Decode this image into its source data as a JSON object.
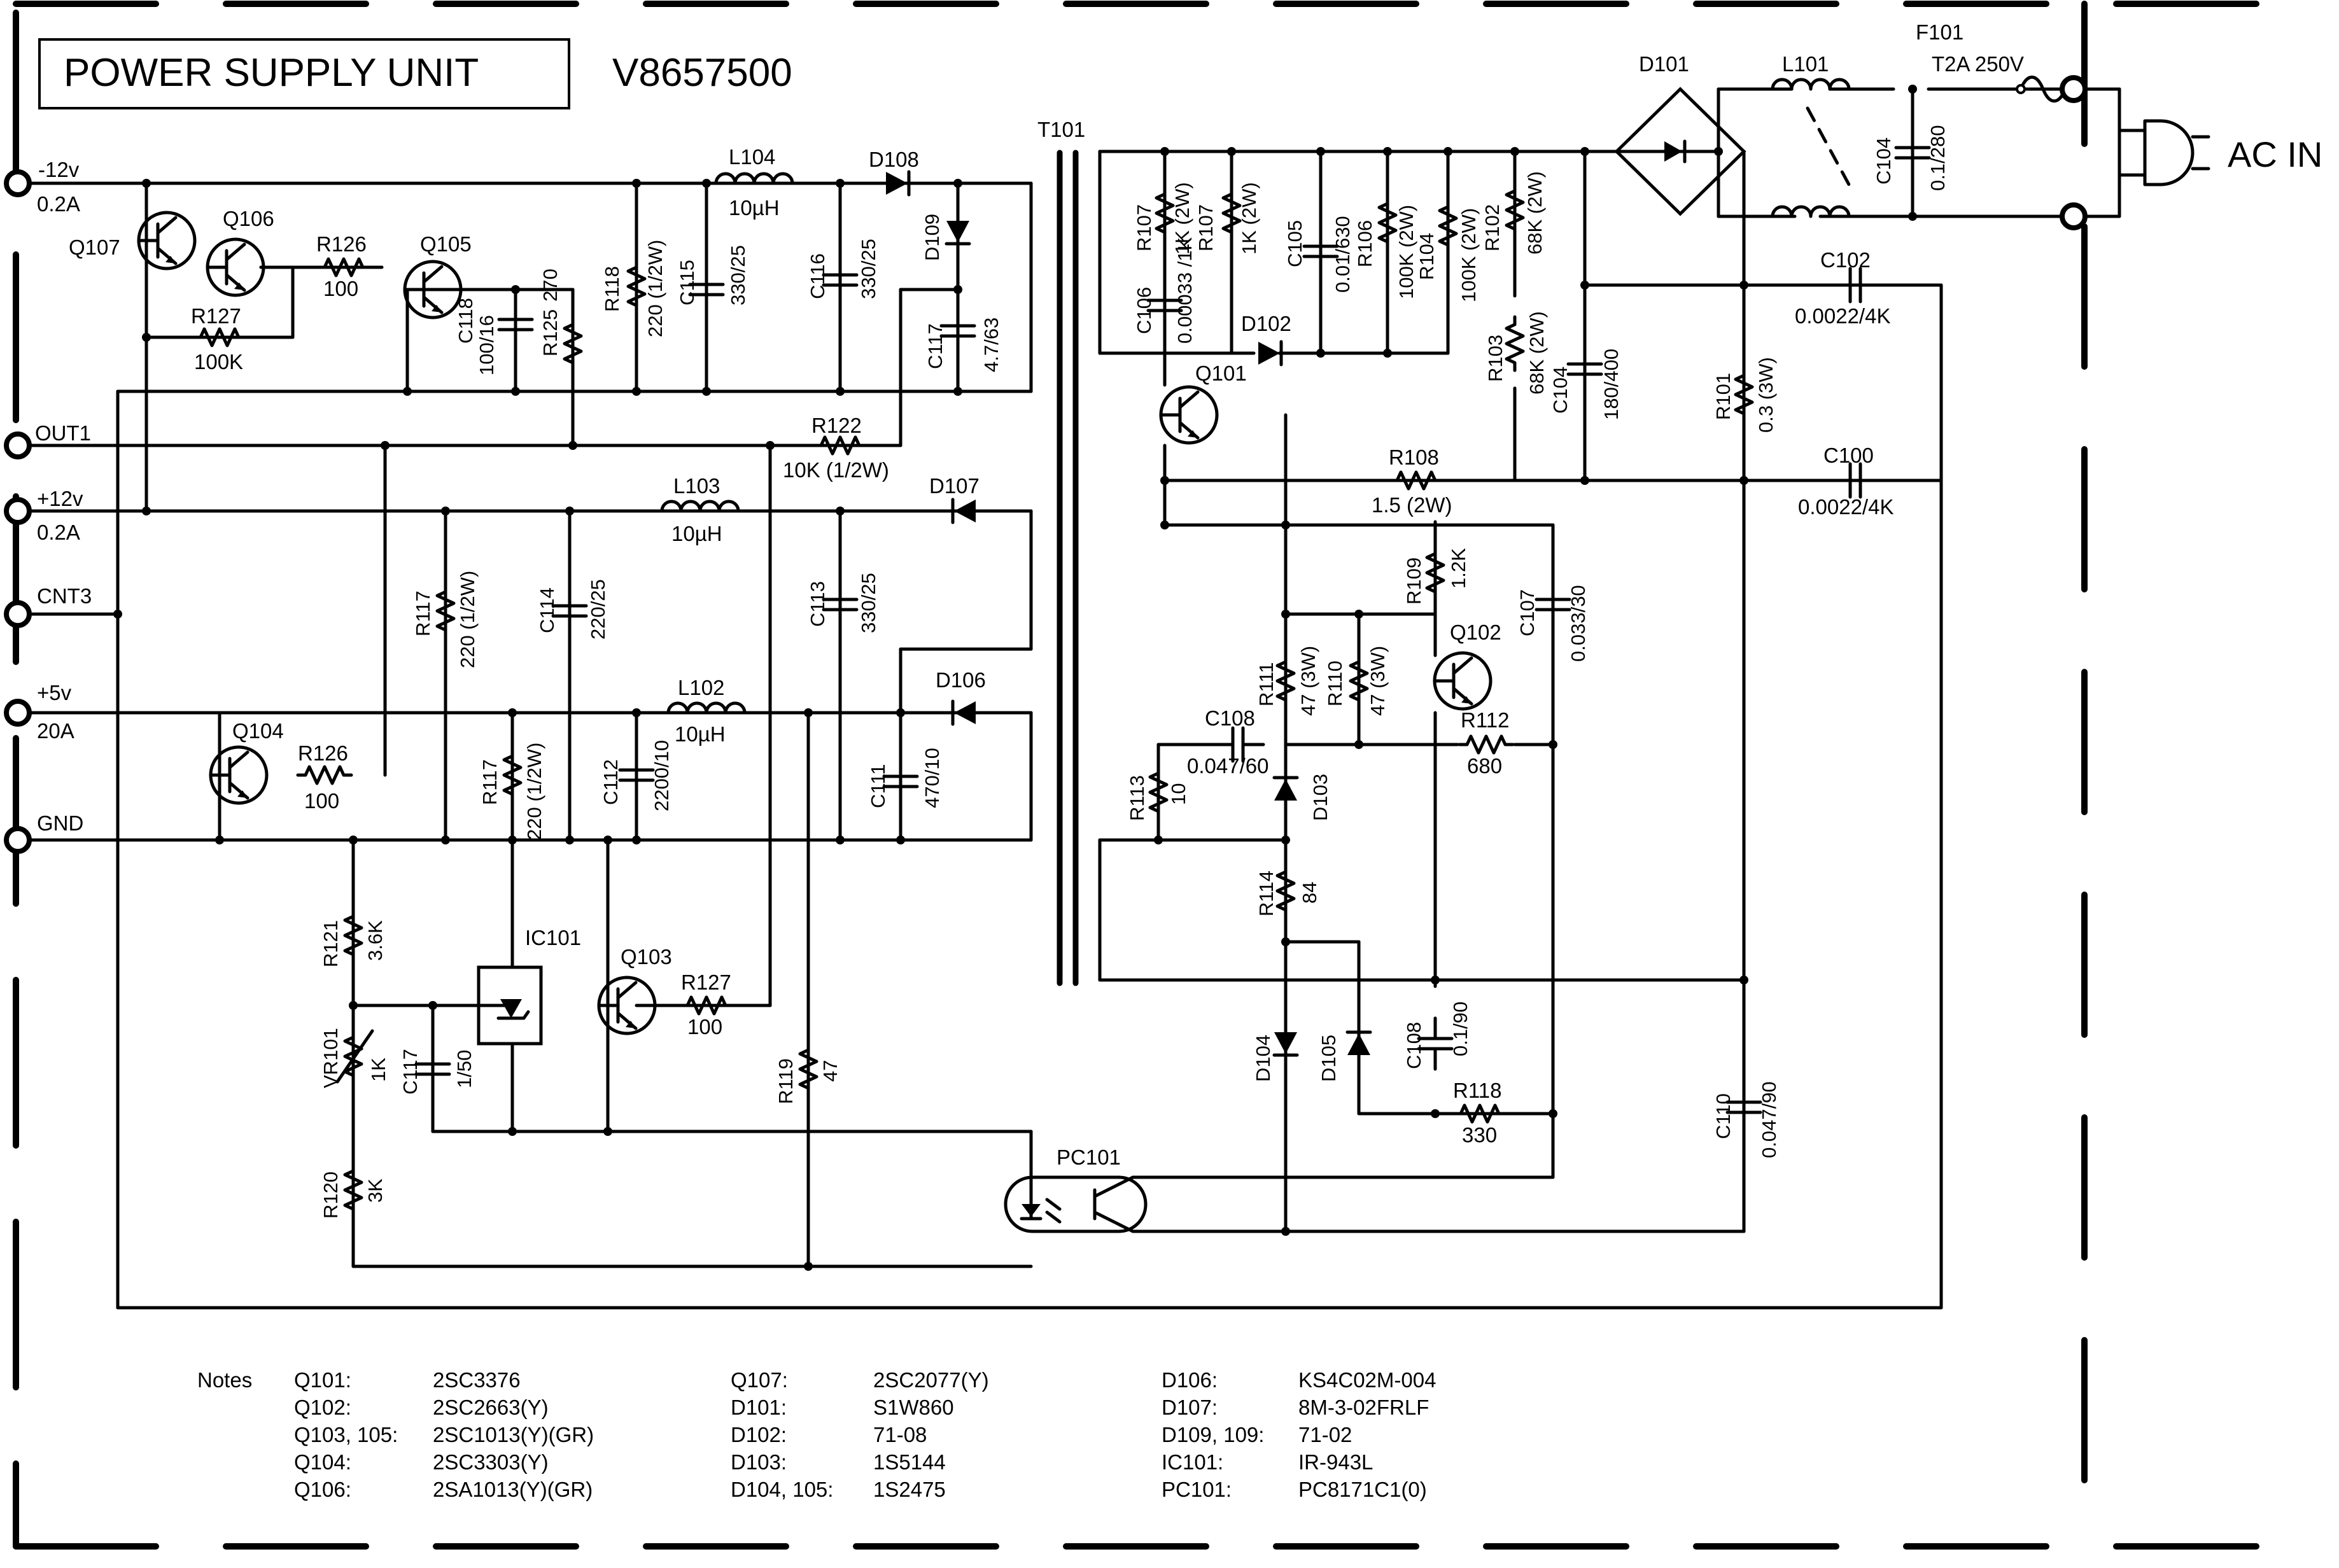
{
  "header": {
    "title": "POWER SUPPLY UNIT",
    "part_number": "V8657500"
  },
  "terminals": [
    {
      "id": "t-12v",
      "label": "-12v",
      "sub": "0.2A"
    },
    {
      "id": "t-out1",
      "label": "OUT1",
      "sub": ""
    },
    {
      "id": "t+12v",
      "label": "+12v",
      "sub": "0.2A"
    },
    {
      "id": "t-cnt3",
      "label": "CNT3",
      "sub": ""
    },
    {
      "id": "t+5v",
      "label": "+5v",
      "sub": "20A"
    },
    {
      "id": "t-gnd",
      "label": "GND",
      "sub": ""
    }
  ],
  "ac_in": "AC IN",
  "fuse": {
    "ref": "F101",
    "value": "T2A 250V"
  },
  "transformer": "T101",
  "components": {
    "Q107": "Q107",
    "Q106": "Q106",
    "Q105": "Q105",
    "Q104": "Q104",
    "Q103": "Q103",
    "Q101": "Q101",
    "Q102": "Q102",
    "R126a": {
      "ref": "R126",
      "value": "100"
    },
    "R127a": {
      "ref": "R127",
      "value": "100K"
    },
    "R125": {
      "ref": "R125",
      "value": "270"
    },
    "R118a": {
      "ref": "R118",
      "value": "220 (1/2W)"
    },
    "R122": {
      "ref": "R122",
      "value": "10K (1/2W)"
    },
    "R117a": {
      "ref": "R117",
      "value": "220 (1/2W)"
    },
    "R117b": {
      "ref": "R117",
      "value": "220 (1/2W)"
    },
    "R126b": {
      "ref": "R126",
      "value": "100"
    },
    "R121": {
      "ref": "R121",
      "value": "3.6K"
    },
    "VR101": {
      "ref": "VR101",
      "value": "1K"
    },
    "R120": {
      "ref": "R120",
      "value": "3K"
    },
    "R127b": {
      "ref": "R127",
      "value": "100"
    },
    "R119": {
      "ref": "R119",
      "value": "47"
    },
    "IC101": "IC101",
    "PC101": "PC101",
    "C118": {
      "ref": "C118",
      "value": "100/16"
    },
    "C115": {
      "ref": "C115",
      "value": "330/25"
    },
    "C116": {
      "ref": "C116",
      "value": "330/25"
    },
    "C117a": {
      "ref": "C117",
      "value": "4.7/63"
    },
    "C114": {
      "ref": "C114",
      "value": "220/25"
    },
    "C113": {
      "ref": "C113",
      "value": "330/25"
    },
    "C112": {
      "ref": "C112",
      "value": "2200/10"
    },
    "C111": {
      "ref": "C111",
      "value": "470/10"
    },
    "C117b": {
      "ref": "C117",
      "value": "1/50"
    },
    "L104": {
      "ref": "L104",
      "value": "10µH"
    },
    "L103": {
      "ref": "L103",
      "value": "10µH"
    },
    "L102": {
      "ref": "L102",
      "value": "10µH"
    },
    "D108": "D108",
    "D109": "D109",
    "D107": "D107",
    "D106": "D106",
    "R107a": {
      "ref": "R107",
      "value": "1K (2W)"
    },
    "R107b": {
      "ref": "R107",
      "value": "1K (2W)"
    },
    "C106": {
      "ref": "C106",
      "value": "0.00033 /1K"
    },
    "C105": {
      "ref": "C105",
      "value": "0.01/630"
    },
    "R106": {
      "ref": "R106",
      "value": "100K (2W)"
    },
    "R104": {
      "ref": "R104",
      "value": "100K (2W)"
    },
    "R102": {
      "ref": "R102",
      "value": "68K (2W)"
    },
    "R103": {
      "ref": "R103",
      "value": "68K (2W)"
    },
    "D102": "D102",
    "C104a": {
      "ref": "C104",
      "value": "180/400"
    },
    "R108": {
      "ref": "R108",
      "value": "1.5 (2W)"
    },
    "R109": {
      "ref": "R109",
      "value": "1.2K"
    },
    "C107": {
      "ref": "C107",
      "value": "0.033/30"
    },
    "R111": {
      "ref": "R111",
      "value": "47 (3W)"
    },
    "R110": {
      "ref": "R110",
      "value": "47 (3W)"
    },
    "C108a": {
      "ref": "C108",
      "value": "0.047/60"
    },
    "R112": {
      "ref": "R112",
      "value": "680"
    },
    "R113": {
      "ref": "R113",
      "value": "10"
    },
    "D103": "D103",
    "R114": {
      "ref": "R114",
      "value": "84"
    },
    "D104": "D104",
    "D105": "D105",
    "C108b": {
      "ref": "C108",
      "value": "0.1/90"
    },
    "R118b": {
      "ref": "R118",
      "value": "330"
    },
    "D101": "D101",
    "L101": "L101",
    "C104b": {
      "ref": "C104",
      "value": "0.1/280"
    },
    "C102": {
      "ref": "C102",
      "value": "0.0022/4K"
    },
    "R101": {
      "ref": "R101",
      "value": "0.3 (3W)"
    },
    "C100": {
      "ref": "C100",
      "value": "0.0022/4K"
    },
    "C110": {
      "ref": "C110",
      "value": "0.047/90"
    }
  },
  "notes": {
    "heading": "Notes",
    "col1": [
      {
        "ref": "Q101:",
        "part": "2SC3376"
      },
      {
        "ref": "Q102:",
        "part": "2SC2663(Y)"
      },
      {
        "ref": "Q103, 105:",
        "part": "2SC1013(Y)(GR)"
      },
      {
        "ref": "Q104:",
        "part": "2SC3303(Y)"
      },
      {
        "ref": "Q106:",
        "part": "2SA1013(Y)(GR)"
      }
    ],
    "col2": [
      {
        "ref": "Q107:",
        "part": "2SC2077(Y)"
      },
      {
        "ref": "D101:",
        "part": "S1W860"
      },
      {
        "ref": "D102:",
        "part": "71-08"
      },
      {
        "ref": "D103:",
        "part": "1S5144"
      },
      {
        "ref": "D104, 105:",
        "part": "1S2475"
      }
    ],
    "col3": [
      {
        "ref": "D106:",
        "part": "KS4C02M-004"
      },
      {
        "ref": "D107:",
        "part": "8M-3-02FRLF"
      },
      {
        "ref": "D109, 109:",
        "part": "71-02"
      },
      {
        "ref": "IC101:",
        "part": "IR-943L"
      },
      {
        "ref": "PC101:",
        "part": "PC8171C1(0)"
      }
    ]
  }
}
